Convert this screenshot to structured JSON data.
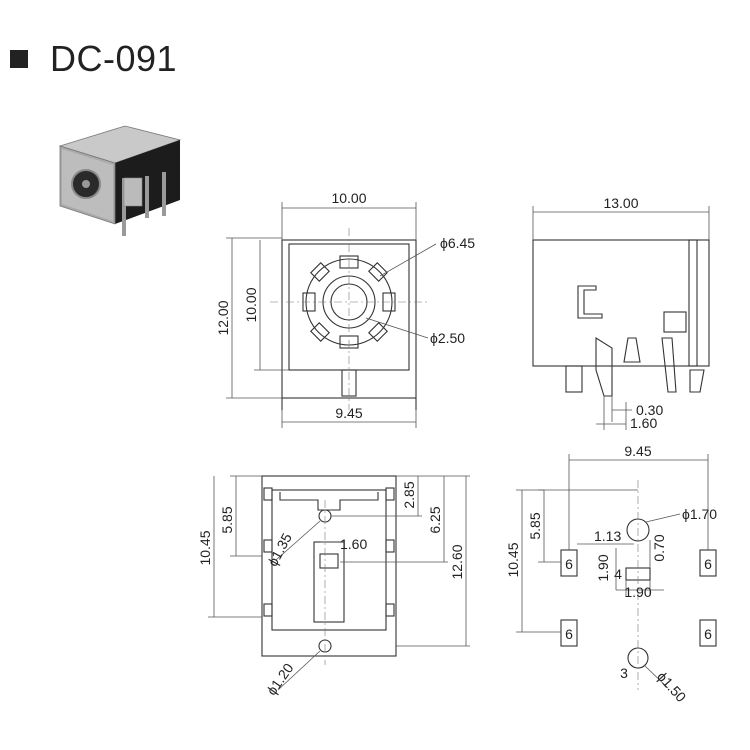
{
  "title": "DC-091",
  "front_view": {
    "width": "10.00",
    "height": "12.00",
    "body_height": "10.00",
    "bottom_width": "9.45",
    "outer_diameter": "ϕ6.45",
    "pin_diameter": "ϕ2.50"
  },
  "side_view": {
    "length": "13.00",
    "pin_thickness": "0.30",
    "pin_width": "1.60"
  },
  "bottom_view": {
    "dim_585": "5.85",
    "dim_1045": "10.45",
    "dim_285": "2.85",
    "dim_625": "6.25",
    "dim_1260": "12.60",
    "hole_small": "ϕ1.35",
    "slot_width": "1.60",
    "hole_lower": "ϕ1.20"
  },
  "pcb_layout": {
    "width": "9.45",
    "dim_585": "5.85",
    "dim_1045": "10.45",
    "dim_113": "1.13",
    "dim_070": "0.70",
    "dim_190v": "1.90",
    "dim_190h": "1.90",
    "hole_top": "ϕ1.70",
    "hole_bottom": "ϕ1.50",
    "pad_label": "6",
    "slot_label": "4",
    "hole_label": "3"
  }
}
